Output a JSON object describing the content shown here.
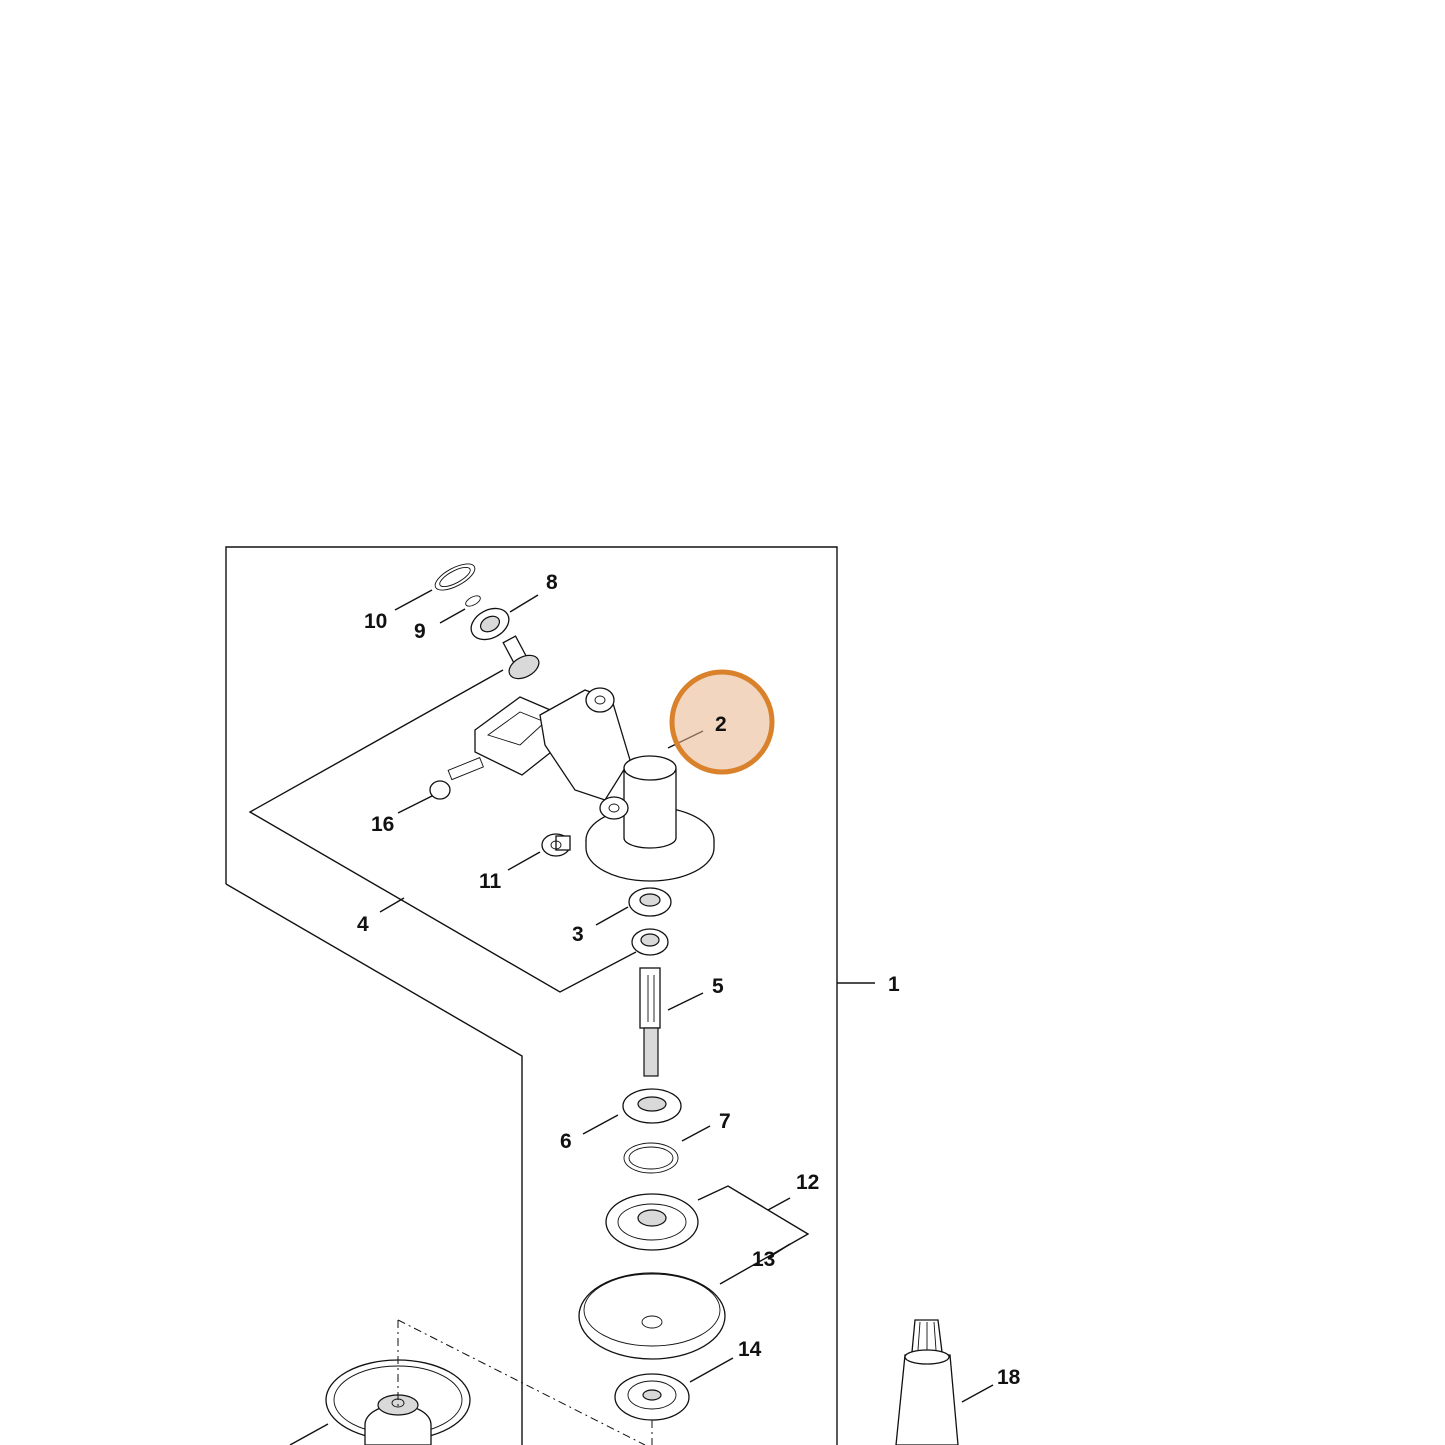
{
  "diagram": {
    "callouts": [
      {
        "id": "1",
        "label": "1"
      },
      {
        "id": "2",
        "label": "2"
      },
      {
        "id": "3",
        "label": "3"
      },
      {
        "id": "4",
        "label": "4"
      },
      {
        "id": "5",
        "label": "5"
      },
      {
        "id": "6",
        "label": "6"
      },
      {
        "id": "7",
        "label": "7"
      },
      {
        "id": "8",
        "label": "8"
      },
      {
        "id": "9",
        "label": "9"
      },
      {
        "id": "10",
        "label": "10"
      },
      {
        "id": "11",
        "label": "11"
      },
      {
        "id": "12",
        "label": "12"
      },
      {
        "id": "13",
        "label": "13"
      },
      {
        "id": "14",
        "label": "14"
      },
      {
        "id": "16",
        "label": "16"
      },
      {
        "id": "18",
        "label": "18"
      }
    ],
    "highlighted_callout": "2",
    "colors": {
      "highlight_fill": "#e8b48c",
      "highlight_border": "#d9822b",
      "line": "#111111",
      "background": "#ffffff"
    }
  }
}
